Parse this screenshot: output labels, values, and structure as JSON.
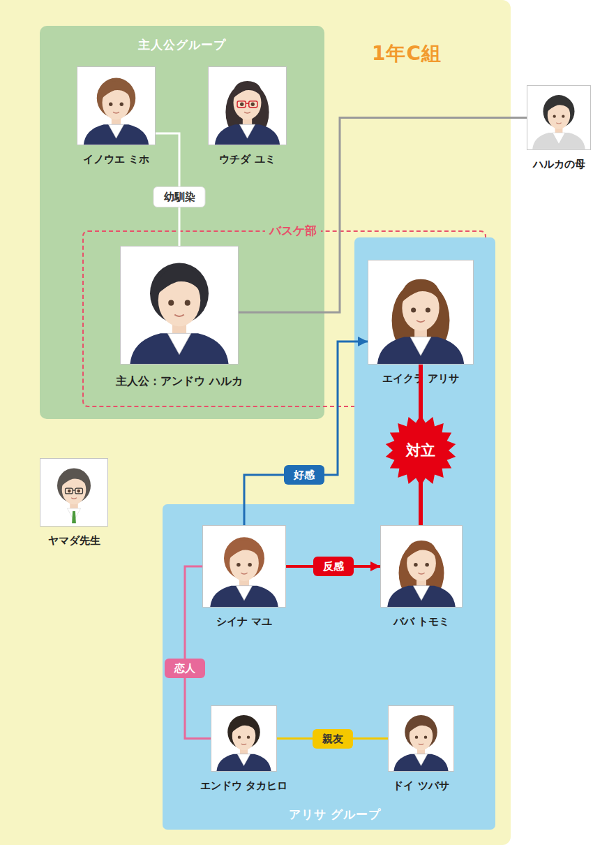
{
  "diagram": {
    "nodes": [
      {
        "text": [
          "1年C組"
        ]
      },
      {
        "text": [
          "主人公グループ"
        ],
        "in": 0
      },
      {
        "text": [
          "イノウエ ミホ"
        ],
        "in": 1
      },
      {
        "text": [
          "ウチダ ユミ"
        ],
        "in": 1
      },
      {
        "text": [
          "バスケ部"
        ],
        "in": 0
      },
      {
        "text": [
          "主人公：アンドウ ハルカ"
        ],
        "in": 1
      },
      {
        "text": [
          "アリサ グループ"
        ],
        "in": 0
      },
      {
        "text": [
          "エイクラ アリサ"
        ],
        "in": 6
      },
      {
        "text": [
          "シイナ マユ"
        ],
        "in": 6
      },
      {
        "text": [
          "ババ トモミ"
        ],
        "in": 6
      },
      {
        "text": [
          "エンドウ タカヒロ"
        ],
        "in": 6
      },
      {
        "text": [
          "ドイ ツバサ"
        ],
        "in": 6
      },
      {
        "text": [
          "ヤマダ先生"
        ],
        "in": 0
      },
      {
        "text": [
          "ハルカの母"
        ]
      }
    ],
    "edges": [
      {
        "from": 2,
        "to": 5,
        "label": "幼馴染",
        "arrow": "none"
      },
      {
        "from": 5,
        "to": 13,
        "arrow": "none"
      },
      {
        "from": 8,
        "to": 7,
        "label": "好感",
        "arrow": "to"
      },
      {
        "from": 7,
        "to": 9,
        "label": "対立",
        "arrow": "none"
      },
      {
        "from": 8,
        "to": 9,
        "label": "反感",
        "arrow": "to"
      },
      {
        "from": 8,
        "to": 10,
        "label": "恋人",
        "arrow": "none"
      },
      {
        "from": 10,
        "to": 11,
        "label": "親友",
        "arrow": "none"
      }
    ]
  }
}
